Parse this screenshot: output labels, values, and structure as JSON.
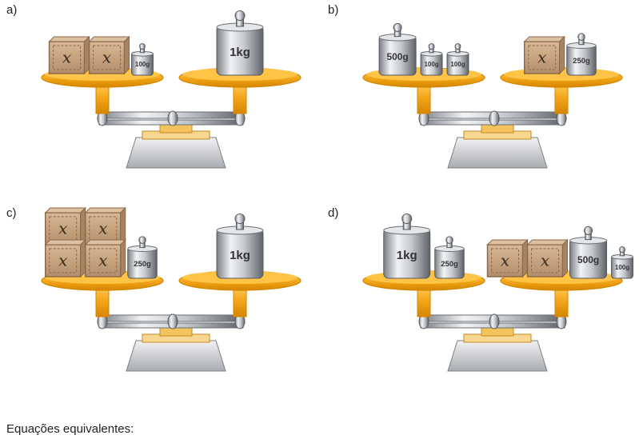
{
  "panels": [
    {
      "id": "a",
      "label": "a)",
      "left_pan": {
        "boxes": [
          "x",
          "x"
        ],
        "weights": [
          "100g"
        ]
      },
      "right_pan": {
        "boxes": [],
        "weights": [
          "1kg"
        ]
      }
    },
    {
      "id": "b",
      "label": "b)",
      "left_pan": {
        "boxes": [],
        "weights": [
          "500g",
          "100g",
          "100g"
        ]
      },
      "right_pan": {
        "boxes": [
          "x"
        ],
        "weights": [
          "250g"
        ]
      }
    },
    {
      "id": "c",
      "label": "c)",
      "left_pan": {
        "boxes": [
          "x",
          "x",
          "x",
          "x"
        ],
        "weights": [
          "250g"
        ]
      },
      "right_pan": {
        "boxes": [],
        "weights": [
          "1kg"
        ]
      }
    },
    {
      "id": "d",
      "label": "d)",
      "left_pan": {
        "boxes": [],
        "weights": [
          "1kg",
          "250g"
        ]
      },
      "right_pan": {
        "boxes": [
          "x",
          "x"
        ],
        "weights": [
          "500g",
          "100g"
        ]
      }
    }
  ],
  "footer": {
    "text": "Equações equivalentes:"
  },
  "colors": {
    "pan": "#f5a81c",
    "pan_dark": "#d48600",
    "metal": "#b9bcc2",
    "metal_dark": "#6f7379",
    "box": "#c9a47f",
    "box_dark": "#8a6a4c",
    "base": "#d6d8dc"
  }
}
